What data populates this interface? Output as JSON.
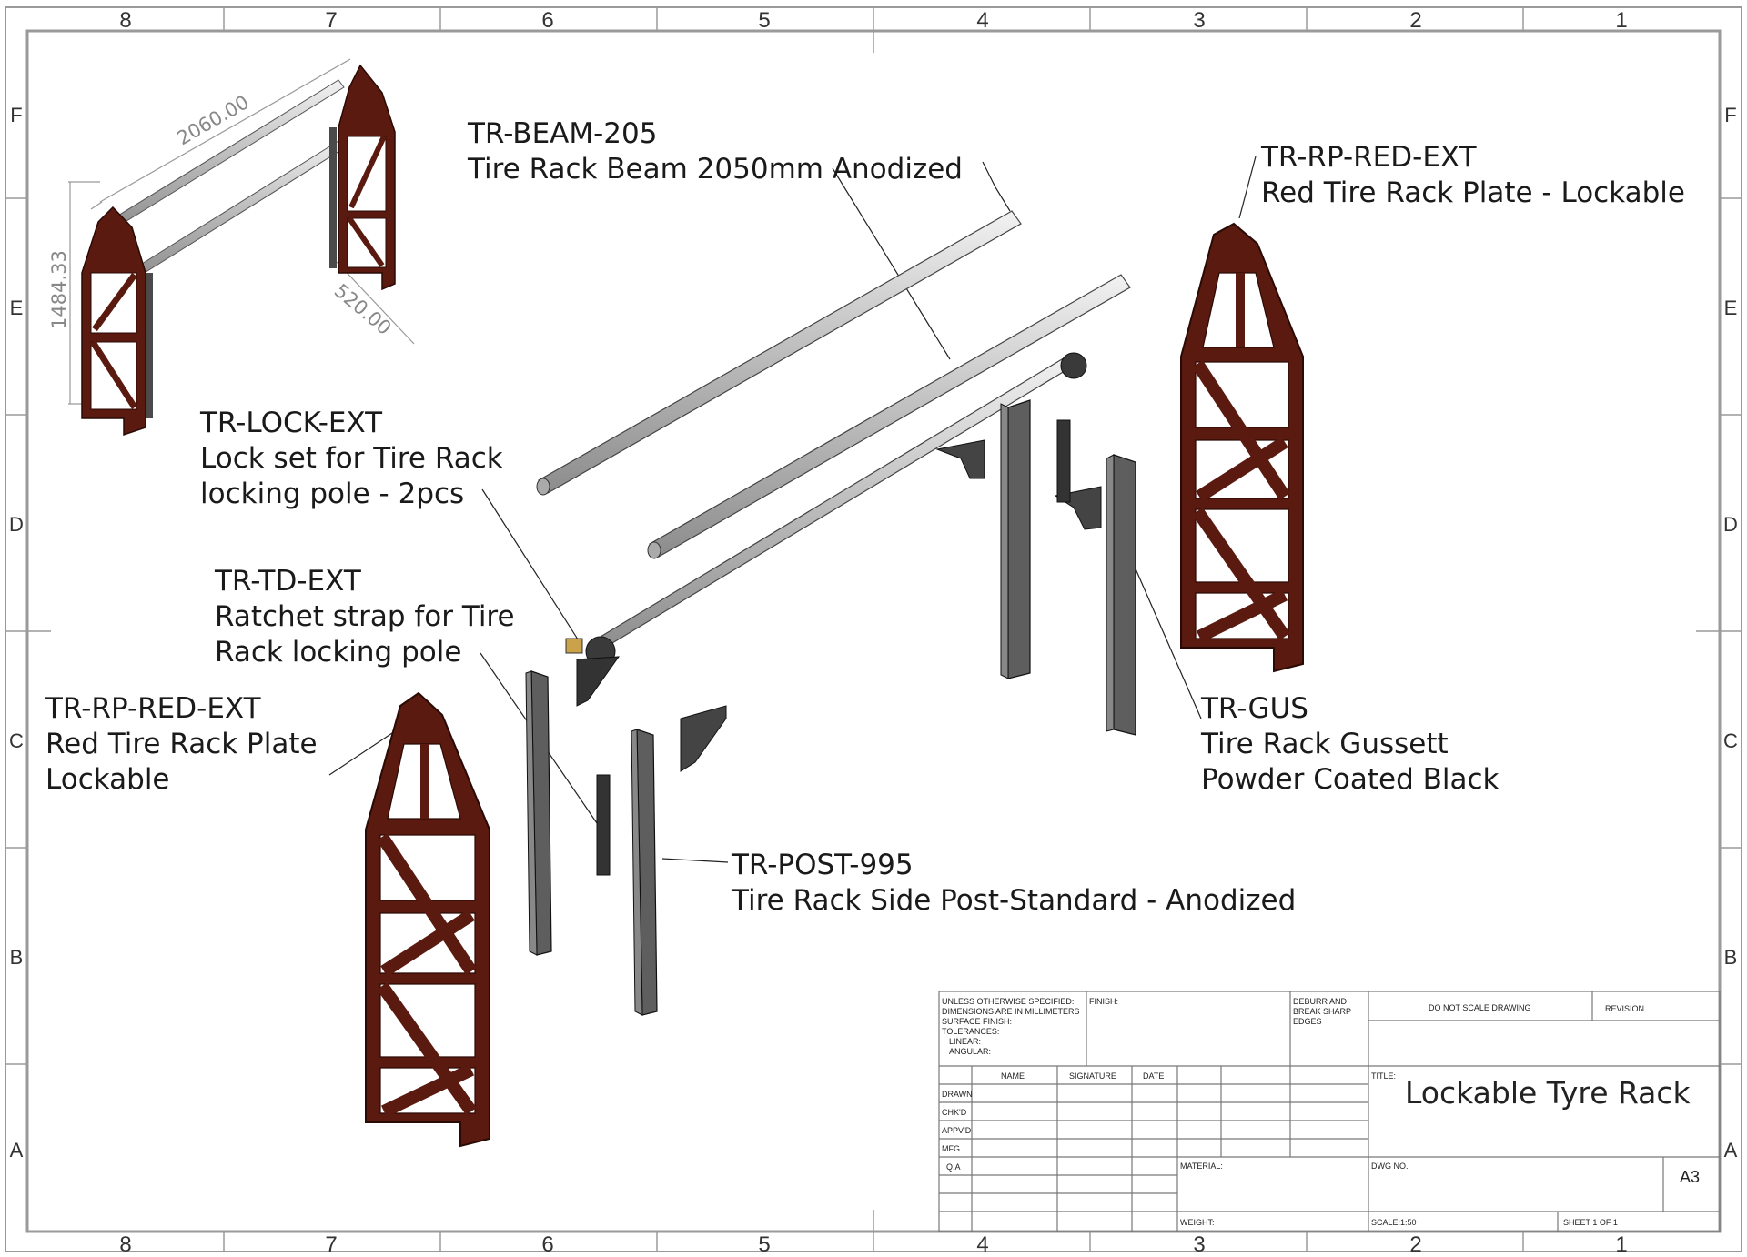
{
  "border": {
    "columns": [
      "8",
      "7",
      "6",
      "5",
      "4",
      "3",
      "2",
      "1"
    ],
    "rows": [
      "F",
      "E",
      "D",
      "C",
      "B",
      "A"
    ]
  },
  "dimensions": {
    "length": "2060.00",
    "height": "1484.33",
    "depth": "520.00"
  },
  "callouts": {
    "beam": {
      "part": "TR-BEAM-205",
      "desc": "Tire Rack Beam 2050mm Anodized"
    },
    "plate_right": {
      "part": "TR-RP-RED-EXT",
      "desc": "Red Tire Rack Plate - Lockable"
    },
    "lock": {
      "part": "TR-LOCK-EXT",
      "line1": "Lock set for Tire Rack",
      "line2": "locking pole - 2pcs"
    },
    "strap": {
      "part": "TR-TD-EXT",
      "line1": "Ratchet strap for Tire",
      "line2": "Rack locking pole"
    },
    "plate_left": {
      "part": "TR-RP-RED-EXT",
      "line1": "Red Tire Rack Plate",
      "line2": "Lockable"
    },
    "gus": {
      "part": "TR-GUS",
      "line1": "Tire Rack Gussett",
      "line2": "Powder Coated Black"
    },
    "post": {
      "part": "TR-POST-995",
      "desc": "Tire Rack Side Post-Standard - Anodized"
    }
  },
  "title_block": {
    "spec": [
      "UNLESS OTHERWISE SPECIFIED:",
      "DIMENSIONS ARE IN MILLIMETERS",
      "SURFACE FINISH:",
      "TOLERANCES:",
      "LINEAR:",
      "ANGULAR:"
    ],
    "finish": "FINISH:",
    "deburr": [
      "DEBURR AND",
      "BREAK SHARP",
      "EDGES"
    ],
    "no_scale": "DO NOT SCALE DRAWING",
    "revision": "REVISION",
    "headers": [
      "NAME",
      "SIGNATURE",
      "DATE"
    ],
    "rows": [
      "DRAWN",
      "CHK'D",
      "APPV'D",
      "MFG",
      "Q.A"
    ],
    "title_label": "TITLE:",
    "title": "Lockable Tyre Rack",
    "material": "MATERIAL:",
    "dwg_no": "DWG NO.",
    "size": "A3",
    "weight": "WEIGHT:",
    "scale": "SCALE:1:50",
    "sheet": "SHEET 1 OF 1"
  },
  "colors": {
    "plate": "#5a1a10",
    "plate_dark": "#3a0f08",
    "metal": "#cfcfcf",
    "post": "#555555",
    "frame": "#9a9a9a"
  }
}
